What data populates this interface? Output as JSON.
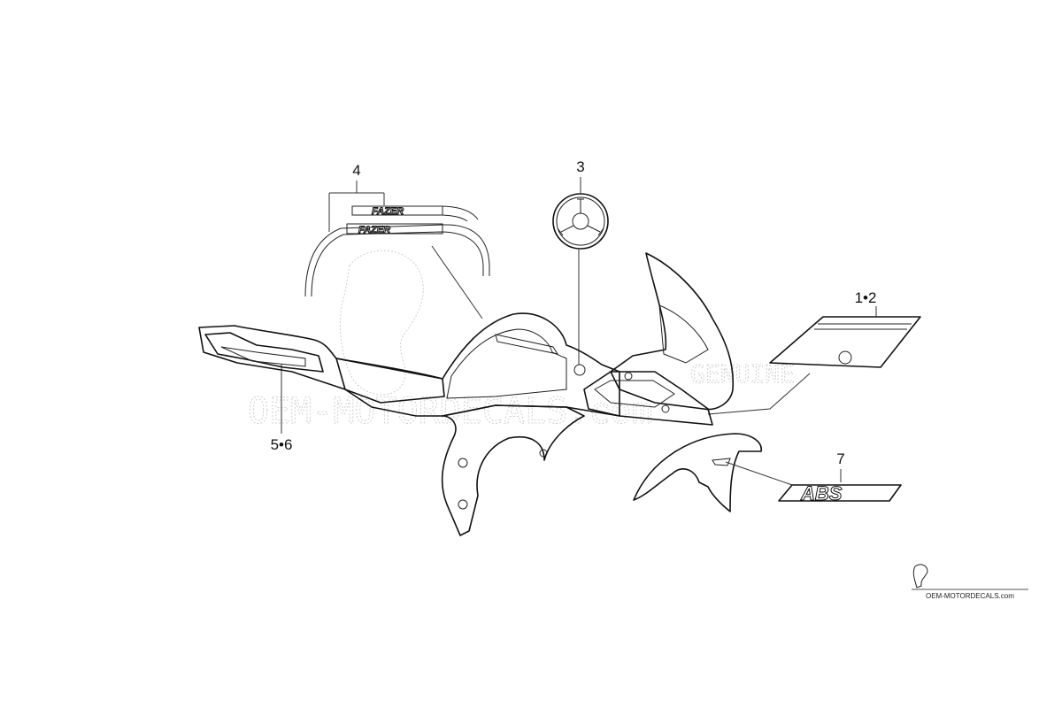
{
  "callouts": {
    "c4": "4",
    "c3": "3",
    "c12": "1•2",
    "c56": "5•6",
    "c7": "7"
  },
  "decals": {
    "fazer_top": "FAZER",
    "fazer_bottom": "FAZER",
    "abs": "ABS"
  },
  "watermark": {
    "line1": "OEM-MOTORDECALS.com",
    "line2": "GENUINE"
  },
  "footer": {
    "site": "OEM-MOTORDECALS.com"
  },
  "colors": {
    "ink": "#111111",
    "watermark": "#cfcfcf",
    "background": "#ffffff"
  }
}
